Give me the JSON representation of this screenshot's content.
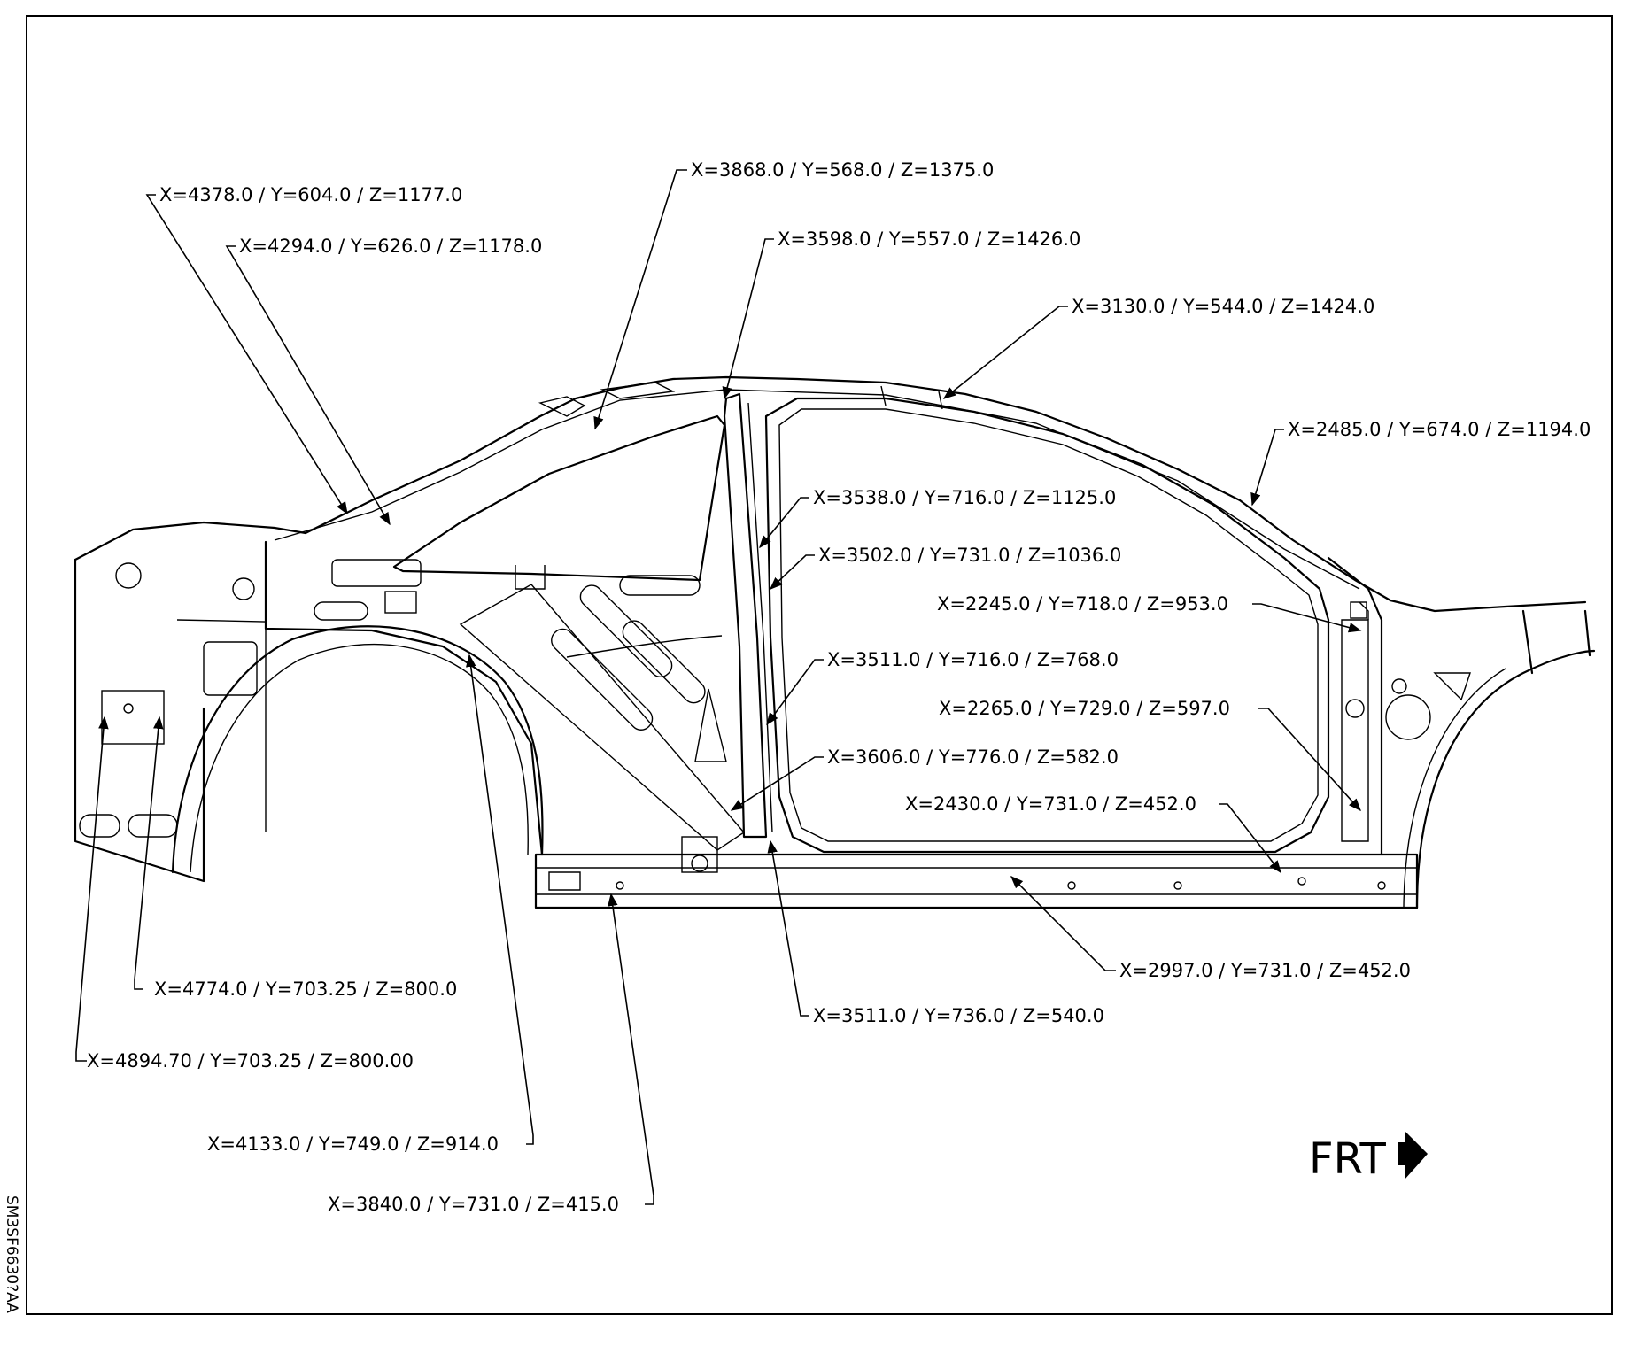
{
  "figure_ref": "SM3SF6630?AA",
  "direction_label": "FRT",
  "callouts": [
    {
      "id": "c1",
      "text": "X=4378.0 / Y=604.0 / Z=1177.0"
    },
    {
      "id": "c2",
      "text": "X=4294.0 / Y=626.0 / Z=1178.0"
    },
    {
      "id": "c3",
      "text": "X=3868.0 / Y=568.0 / Z=1375.0"
    },
    {
      "id": "c4",
      "text": "X=3598.0 / Y=557.0 / Z=1426.0"
    },
    {
      "id": "c5",
      "text": "X=3130.0 / Y=544.0 / Z=1424.0"
    },
    {
      "id": "c6",
      "text": "X=2485.0 / Y=674.0 / Z=1194.0"
    },
    {
      "id": "c7",
      "text": "X=3538.0 / Y=716.0 / Z=1125.0"
    },
    {
      "id": "c8",
      "text": "X=3502.0 / Y=731.0 / Z=1036.0"
    },
    {
      "id": "c9",
      "text": "X=2245.0 / Y=718.0 / Z=953.0"
    },
    {
      "id": "c10",
      "text": "X=3511.0 / Y=716.0 / Z=768.0"
    },
    {
      "id": "c11",
      "text": "X=2265.0 / Y=729.0 / Z=597.0"
    },
    {
      "id": "c12",
      "text": "X=3606.0 / Y=776.0 / Z=582.0"
    },
    {
      "id": "c13",
      "text": "X=2430.0 / Y=731.0 / Z=452.0"
    },
    {
      "id": "c14",
      "text": "X=2997.0 / Y=731.0 / Z=452.0"
    },
    {
      "id": "c15",
      "text": "X=3511.0 / Y=736.0 / Z=540.0"
    },
    {
      "id": "c16",
      "text": "X=4774.0 / Y=703.25 / Z=800.0"
    },
    {
      "id": "c17",
      "text": "X=4894.70 / Y=703.25 / Z=800.00"
    },
    {
      "id": "c18",
      "text": "X=4133.0 / Y=749.0 / Z=914.0"
    },
    {
      "id": "c19",
      "text": "X=3840.0 / Y=731.0 / Z=415.0"
    }
  ]
}
